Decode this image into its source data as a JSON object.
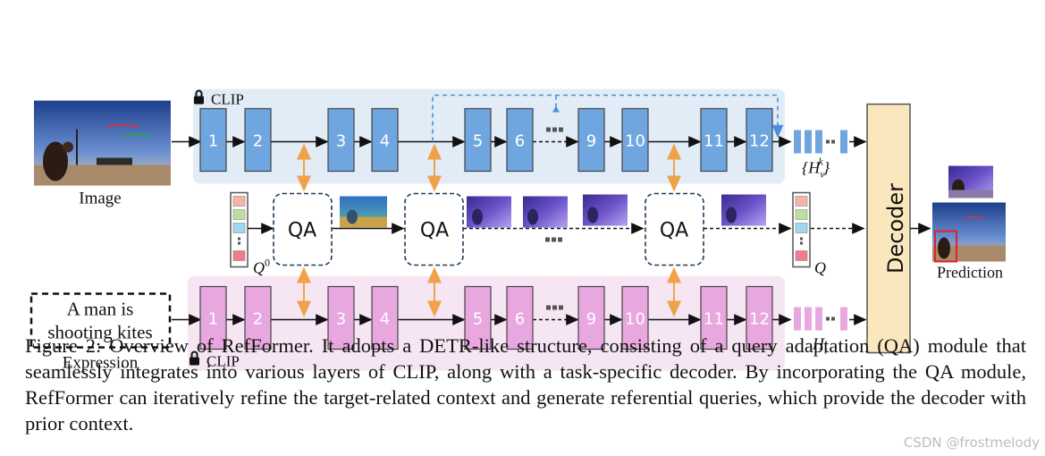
{
  "diagram": {
    "image_label": "Image",
    "expression_text_line1": "A man is",
    "expression_text_line2": "shooting kites",
    "expression_label": "Expression",
    "clip_label_top": "CLIP",
    "clip_label_bottom": "CLIP",
    "decoder_label": "Decoder",
    "prediction_label": "Prediction",
    "qa_label": "QA",
    "q0_label": "Q",
    "q0_superscript": "0",
    "q_label": "Q",
    "hv_label": "{H",
    "hv_sub": "v",
    "hv_sup": "k",
    "hv_close": "}",
    "ht_label": "H",
    "ht_sub": "t",
    "layers": [
      "1",
      "2",
      "3",
      "4",
      "5",
      "6",
      "9",
      "10",
      "11",
      "12"
    ],
    "colors": {
      "vision_bg": "#e2ecf7",
      "vision_block": "#6fa6e0",
      "text_bg": "#f6e5f3",
      "text_block": "#e9a7df",
      "decoder_fill": "#fbe7bd",
      "orange_arrow": "#f0a24a",
      "blue_dash": "#4a90d9",
      "query_colors": [
        "#f6b4a7",
        "#b9e09f",
        "#9fd6f0",
        "#f47a8e"
      ]
    }
  },
  "caption": {
    "text": "Figure 2: Overview of RefFormer. It adopts a DETR-like structure, consisting of a query adaptation (QA) module that seamlessly integrates into various layers of CLIP, along with a task-specific decoder. By incorporating the QA module, RefFormer can iteratively refine the target-related context and generate referential queries, which provide the decoder with prior context."
  },
  "watermark": "CSDN @frostmelody"
}
